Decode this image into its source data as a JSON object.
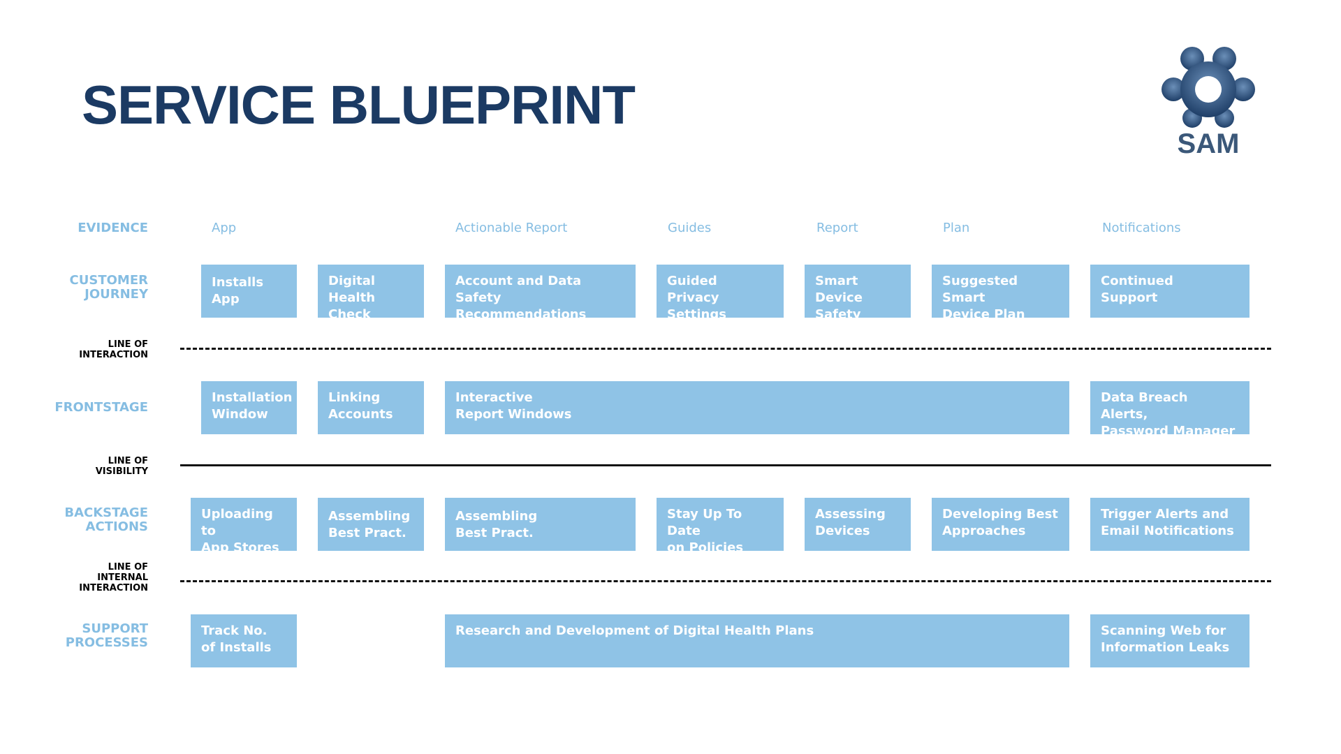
{
  "title": "SERVICE BLUEPRINT",
  "logo": {
    "text": "SAM",
    "color": "#3b5879"
  },
  "colors": {
    "accent": "#8fc3e6",
    "label": "#85bde2",
    "title": "#1b3a63"
  },
  "rows": {
    "evidence": "EVIDENCE",
    "customer_journey": "CUSTOMER\nJOURNEY",
    "frontstage": "FRONTSTAGE",
    "backstage": "BACKSTAGE\nACTIONS",
    "support": "SUPPORT\nPROCESSES"
  },
  "lines": {
    "interaction": "LINE OF\nINTERACTION",
    "visibility": "LINE OF\nVISIBILITY",
    "internal": "LINE OF\nINTERNAL\nINTERACTION"
  },
  "evidence": [
    "App",
    "Actionable Report",
    "Guides",
    "Report",
    "Plan",
    "Notifications"
  ],
  "customer_journey": [
    "Installs App",
    "Digital Health\nCheck",
    "Account and Data\nSafety Recommendations",
    "Guided Privacy\nSettings Update",
    "Smart Device\nSafety Recs.",
    "Suggested Smart\nDevice Plan",
    "Continued\nSupport"
  ],
  "frontstage": [
    "Installation\nWindow",
    "Linking\nAccounts",
    "Interactive\nReport Windows",
    "Data Breach Alerts,\nPassword Manager"
  ],
  "backstage": [
    "Uploading to\nApp Stores",
    "Assembling\nBest Pract.",
    "Assembling\nBest Pract.",
    "Stay Up To Date\non Policies",
    "Assessing\nDevices",
    "Developing Best\nApproaches",
    "Trigger Alerts and\nEmail Notifications"
  ],
  "support": [
    "Track No.\nof Installs",
    "Research and Development of Digital Health Plans",
    "Scanning Web for\nInformation Leaks"
  ]
}
